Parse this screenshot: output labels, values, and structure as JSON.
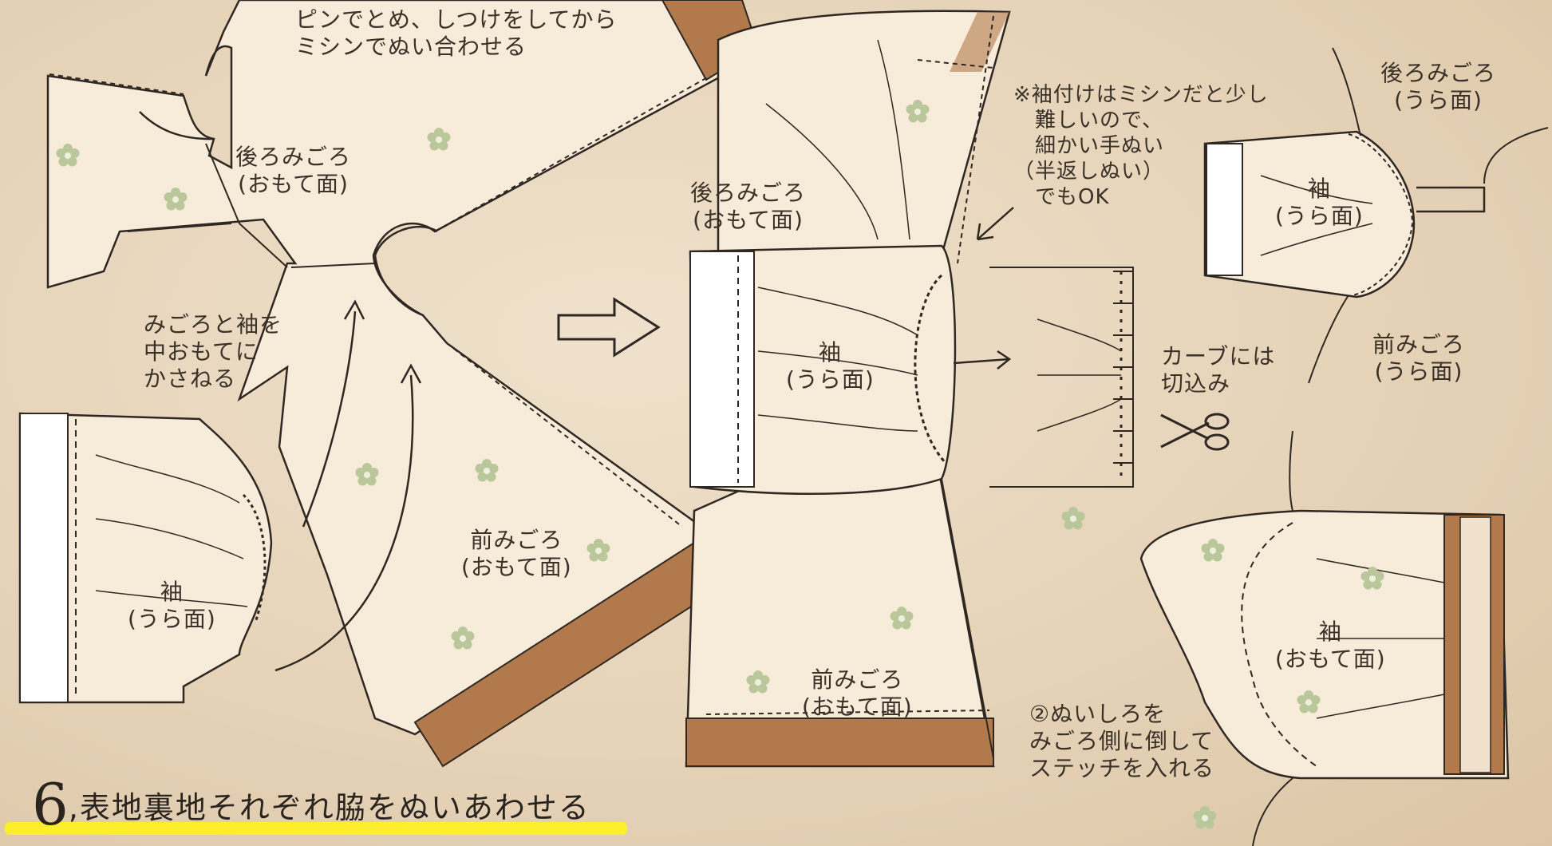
{
  "step": {
    "number": "6",
    "sep": ",",
    "title": "表地裏地それぞれ脇をぬいあわせる"
  },
  "labels": {
    "pin_instruction": "ピンでとめ、しつけをしてから\nミシンでぬい合わせる",
    "back_bodice_1": "後ろみごろ\n(おもて面)",
    "align_note": "みごろと袖を\n中おもてに\nかさねる",
    "sleeve_1": "袖\n(うら面)",
    "front_bodice_1": "前みごろ\n(おもて面)",
    "back_bodice_2": "後ろみごろ\n(おもて面)",
    "sleeve_2": "袖\n(うら面)",
    "front_bodice_2": "前みごろ\n(おもて面)",
    "machine_note": "※袖付けはミシンだと少し\n　難しいので、\n　細かい手ぬい\n（半返しぬい）\n　でもOK",
    "clip_note": "カーブには\n切込み",
    "back_bodice_3": "後ろみごろ\n(うら面)",
    "sleeve_3": "袖\n(うら面)",
    "front_bodice_3": "前みごろ\n(うら面)",
    "sleeve_4": "袖\n(おもて面)",
    "stitch_note": "②ぬいしろを\nみごろ側に倒して\nステッチを入れる"
  },
  "colors": {
    "background": "#e8d6bd",
    "fabric": "#f7ecda",
    "band": "#b27a4c",
    "line": "#2f2822",
    "flower": "#b9c79a",
    "highlight": "#fff21f"
  }
}
